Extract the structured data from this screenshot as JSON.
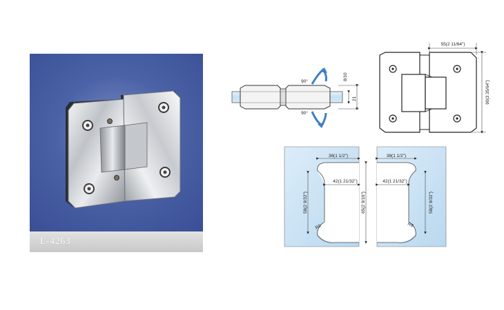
{
  "product": {
    "model_code": "L-4263"
  },
  "side_view": {
    "rotation_top": "90°",
    "rotation_bottom": "90°",
    "thickness_label": "8/10",
    "height_label": "21"
  },
  "front_view": {
    "width_label": "55(2 11/64\")",
    "height_label": "90(3 35/64\")"
  },
  "cutout_left": {
    "top_dim": "38(1 1/2\")",
    "depth_dim": "42(1 21/32\")",
    "notch_height": "58(2 9/32\")",
    "total_height": "65(2 9/16\")",
    "radius": "R9"
  },
  "cutout_right": {
    "top_dim": "38(1 1/2\")",
    "depth_dim": "42(1 21/32\")",
    "notch_height": "58(2 9/32\")",
    "radius": "R9"
  },
  "colors": {
    "photo_bg": "#4b62a6",
    "glass": "#cfe6f7",
    "arrow": "#3d7fc6"
  }
}
